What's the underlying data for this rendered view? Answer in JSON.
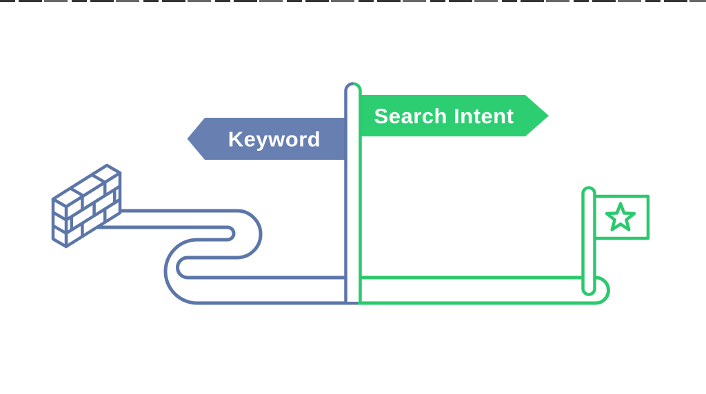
{
  "canvas": {
    "background": "#ffffff"
  },
  "colors": {
    "background": "#ffffff",
    "blue_fill": "#6880b1",
    "blue_stroke": "#5c76a9",
    "green_fill": "#2dce71",
    "green_stroke": "#2bc96e",
    "label_color": "#ffffff",
    "artifact": "#1e1e20"
  },
  "signpost": {
    "left_sign": {
      "label": "Keyword",
      "direction": "left",
      "fill": "#6880b1",
      "text_color": "#ffffff"
    },
    "right_sign": {
      "label": "Search Intent",
      "direction": "right",
      "fill": "#2dce71",
      "text_color": "#ffffff"
    }
  },
  "paths": {
    "keyword_path": {
      "color": "#5c76a9",
      "shape": "winding",
      "endpoint_icon": "brick-wall-icon"
    },
    "search_intent_path": {
      "color": "#2bc96e",
      "shape": "straight",
      "endpoint_icon": "goal-flag-icon"
    }
  },
  "icons": {
    "brick_wall": "brick-wall-icon",
    "goal_flag": "goal-flag-icon",
    "star": "star-icon",
    "signpost_pole": "signpost-pole"
  }
}
